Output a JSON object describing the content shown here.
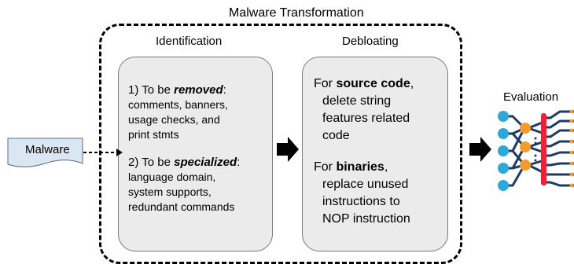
{
  "diagram": {
    "title": "Malware Transformation",
    "input_label": "Malware",
    "output_label": "Evaluation",
    "identification": {
      "heading": "Identification",
      "removed": {
        "prefix": "1) To be ",
        "keyword": "removed",
        "suffix": ":",
        "lines": [
          "comments, banners,",
          "usage checks, and",
          "print stmts"
        ]
      },
      "specialized": {
        "prefix": "2) To be ",
        "keyword": "specialized",
        "suffix": ":",
        "lines": [
          "language domain,",
          "system supports,",
          "redundant commands"
        ]
      }
    },
    "debloating": {
      "heading": "Debloating",
      "source": {
        "prefix": "For ",
        "keyword": "source code",
        "suffix": ",",
        "lines": [
          "delete string",
          "features related",
          "code"
        ]
      },
      "binaries": {
        "prefix": "For ",
        "keyword": "binaries",
        "suffix": ",",
        "lines": [
          "replace unused",
          "instructions to",
          "NOP instruction"
        ]
      }
    },
    "colors": {
      "box_fill": "#ebebeb",
      "malware_fill": "#dbe6f3",
      "nn_input": "#2fa8d8",
      "nn_hidden": "#f39c2b",
      "nn_bar": "#e8233a",
      "nn_line": "#1f3a63"
    },
    "icons": [
      "network-icon"
    ]
  }
}
